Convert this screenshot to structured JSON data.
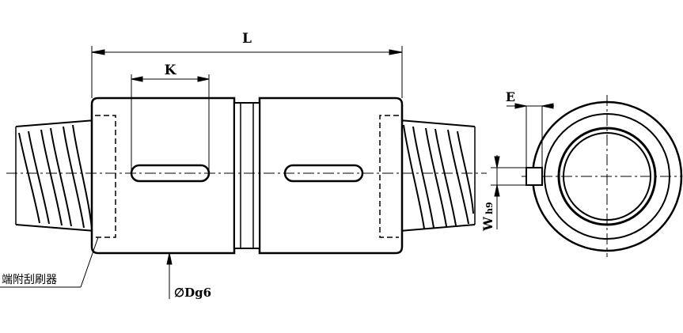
{
  "labels": {
    "length": "L",
    "keyway_length": "K",
    "offset": "E",
    "width": "W",
    "width_tolerance": "h9",
    "diameter": "∅Dg6",
    "callout": "端附刮刷器"
  }
}
